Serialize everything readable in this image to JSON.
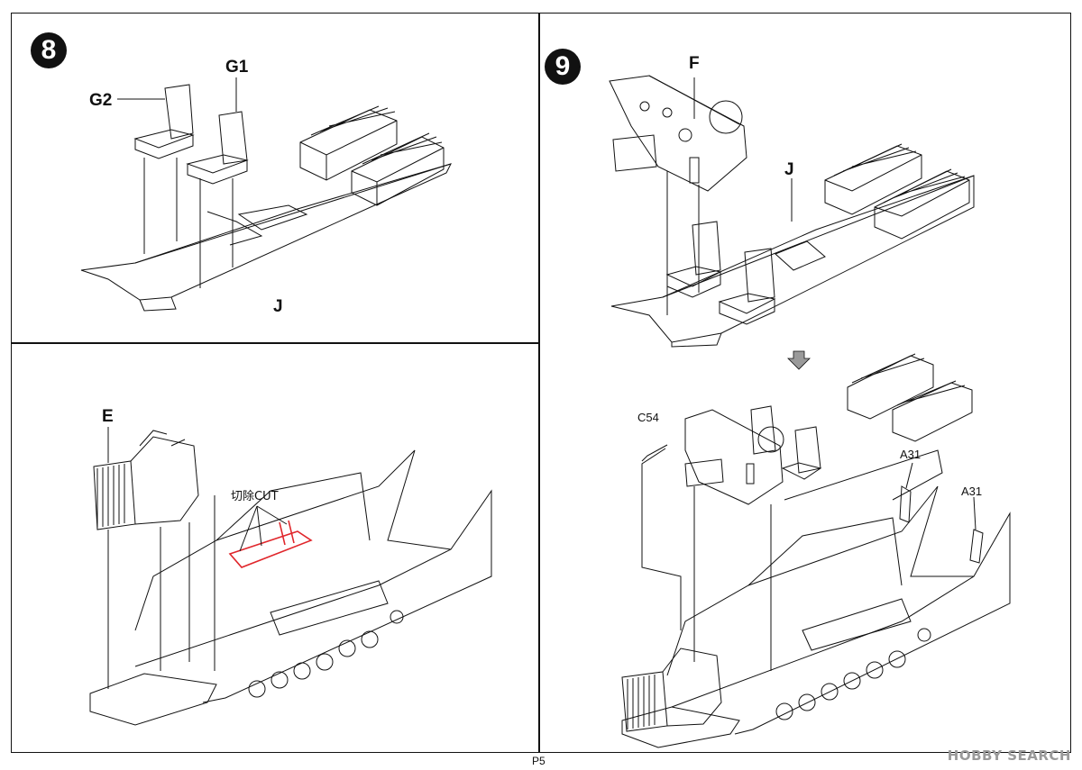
{
  "page": {
    "number": "P5",
    "watermark": "HOBBY SEARCH"
  },
  "steps": [
    {
      "number": "8",
      "labels": {
        "g1": "G1",
        "g2": "G2",
        "j": "J"
      }
    },
    {
      "number": "9",
      "labels": {
        "f": "F",
        "j": "J",
        "c54": "C54",
        "a31_left": "A31",
        "a31_right": "A31"
      }
    }
  ],
  "engine_panel": {
    "labels": {
      "e": "E",
      "cut": "切除CUT"
    }
  },
  "colors": {
    "line": "#111111",
    "cut_highlight": "#e0262b",
    "arrow_fill": "#9a9a9a"
  }
}
